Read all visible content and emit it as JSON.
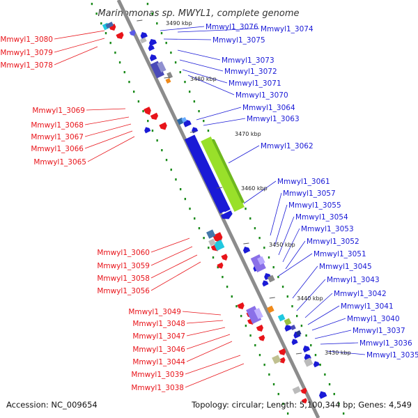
{
  "header": {
    "title": "Marinomonas sp. MWYL1, complete genome"
  },
  "footer": {
    "accession": "Accession: NC_009654",
    "summary": "Topology: circular; Length: 5,100,344 bp; Genes: 4,549"
  },
  "colors": {
    "red_genes": "#e8141a",
    "blue_genes": "#1a1ad6",
    "backbone": "#888888",
    "green_dots": "#1a8a1a",
    "long_gene": "#99e02a"
  },
  "scale_labels": [
    "3490 kbp",
    "3480 kbp",
    "3470 kbp",
    "3460 kbp",
    "3450 kbp",
    "3440 kbp",
    "3430 kbp"
  ],
  "left_labels": [
    "Mmwyl1_3080",
    "Mmwyl1_3079",
    "Mmwyl1_3078",
    "Mmwyl1_3069",
    "Mmwyl1_3068",
    "Mmwyl1_3067",
    "Mmwyl1_3066",
    "Mmwyl1_3065",
    "Mmwyl1_3060",
    "Mmwyl1_3059",
    "Mmwyl1_3058",
    "Mmwyl1_3056",
    "Mmwyl1_3049",
    "Mmwyl1_3048",
    "Mmwyl1_3047",
    "Mmwyl1_3046",
    "Mmwyl1_3044",
    "Mmwyl1_3039",
    "Mmwyl1_3038"
  ],
  "right_labels": [
    "Mmwyl1_3076",
    "Mmwyl1_3074",
    "Mmwyl1_3075",
    "Mmwyl1_3073",
    "Mmwyl1_3072",
    "Mmwyl1_3071",
    "Mmwyl1_3070",
    "Mmwyl1_3064",
    "Mmwyl1_3063",
    "Mmwyl1_3062",
    "Mmwyl1_3061",
    "Mmwyl1_3057",
    "Mmwyl1_3055",
    "Mmwyl1_3054",
    "Mmwyl1_3053",
    "Mmwyl1_3052",
    "Mmwyl1_3051",
    "Mmwyl1_3045",
    "Mmwyl1_3043",
    "Mmwyl1_3042",
    "Mmwyl1_3041",
    "Mmwyl1_3040",
    "Mmwyl1_3037",
    "Mmwyl1_3036",
    "Mmwyl1_3035"
  ]
}
